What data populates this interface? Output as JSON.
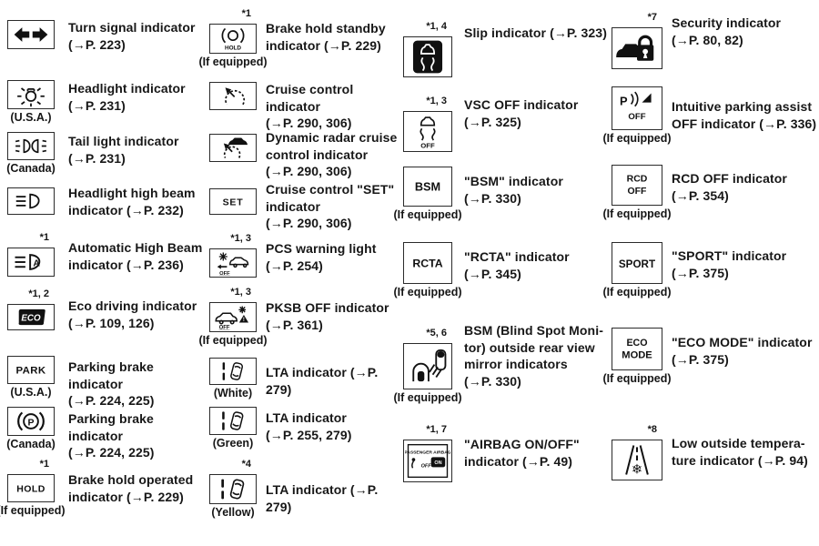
{
  "page": {
    "background": "#ffffff",
    "text_color": "#171717"
  },
  "columns": [
    {
      "items": [
        {
          "marker": "",
          "icon": "turn-signal",
          "caption": "",
          "text": "Turn signal indicator\n(→P. 223)"
        },
        {
          "marker": "",
          "icon": "headlight",
          "caption": "(U.S.A.)",
          "text": "Headlight indicator\n(→P. 231)"
        },
        {
          "marker": "",
          "icon": "tail-light",
          "caption": "(Canada)",
          "text": "Tail light indicator\n(→P. 231)"
        },
        {
          "marker": "",
          "icon": "high-beam",
          "caption": "",
          "text": "Headlight high beam\nindicator (→P. 232)"
        },
        {
          "marker": "*1",
          "icon": "auto-high-beam",
          "caption": "",
          "text": "Automatic High Beam\nindicator (→P. 236)"
        },
        {
          "marker": "*1, 2",
          "icon": "eco-text",
          "caption": "",
          "text": "Eco driving indicator\n(→P. 109, 126)"
        },
        {
          "marker": "",
          "icon": "park-text",
          "caption": "(U.S.A.)",
          "text": "Parking brake indicator\n(→P. 224, 225)"
        },
        {
          "marker": "",
          "icon": "parking-brake",
          "caption": "(Canada)",
          "text": "Parking brake indicator\n(→P. 224, 225)"
        },
        {
          "marker": "*1",
          "icon": "hold-text",
          "caption": "(If equipped)",
          "text": "Brake hold operated\nindicator (→P. 229)"
        }
      ]
    },
    {
      "items": [
        {
          "marker": "*1",
          "icon": "brake-hold-standby",
          "caption": "(If equipped)",
          "text": "Brake hold standby\nindicator (→P. 229)"
        },
        {
          "marker": "",
          "icon": "cruise-control",
          "caption": "",
          "text": "Cruise control indicator\n(→P. 290, 306)"
        },
        {
          "marker": "",
          "icon": "dynamic-radar-cruise",
          "caption": "",
          "text": "Dynamic radar cruise\ncontrol indicator\n(→P. 290, 306)"
        },
        {
          "marker": "",
          "icon": "set-text",
          "caption": "",
          "text": "Cruise control \"SET\"\nindicator\n(→P. 290, 306)"
        },
        {
          "marker": "*1, 3",
          "icon": "pcs-warning",
          "caption": "",
          "text": "PCS warning light\n(→P. 254)"
        },
        {
          "marker": "*1, 3",
          "icon": "pksb-off",
          "caption": "(If equipped)",
          "text": "PKSB OFF indicator\n(→P. 361)"
        },
        {
          "marker": "",
          "icon": "lta",
          "caption": "(White)",
          "text": "LTA indicator (→P. 279)"
        },
        {
          "marker": "",
          "icon": "lta",
          "caption": "(Green)",
          "text": "LTA indicator\n(→P. 255, 279)"
        },
        {
          "marker": "*4",
          "icon": "lta",
          "caption": "(Yellow)",
          "text": "LTA indicator (→P. 279)"
        }
      ]
    },
    {
      "items": [
        {
          "marker": "*1, 4",
          "icon": "slip",
          "caption": "",
          "text": "Slip indicator (→P. 323)"
        },
        {
          "marker": "*1, 3",
          "icon": "vsc-off",
          "caption": "",
          "text": "VSC OFF indicator\n(→P. 325)"
        },
        {
          "marker": "",
          "icon": "bsm-text",
          "caption": "(If equipped)",
          "text": "\"BSM\" indicator\n(→P. 330)"
        },
        {
          "marker": "",
          "icon": "rcta-text",
          "caption": "(If equipped)",
          "text": "\"RCTA\" indicator\n(→P. 345)"
        },
        {
          "marker": "*5, 6",
          "icon": "bsm-mirror",
          "caption": "(If equipped)",
          "text": "BSM (Blind Spot Moni-\ntor) outside rear view\nmirror indicators\n(→P. 330)"
        },
        {
          "marker": "*1, 7",
          "icon": "airbag-on-off",
          "caption": "",
          "text": "\"AIRBAG ON/OFF\"\nindicator (→P. 49)"
        }
      ]
    },
    {
      "items": [
        {
          "marker": "*7",
          "icon": "security",
          "caption": "",
          "text": "Security indicator\n(→P. 80, 82)"
        },
        {
          "marker": "",
          "icon": "parking-assist-off",
          "caption": "(If equipped)",
          "text": "Intuitive parking assist\nOFF indicator (→P. 336)"
        },
        {
          "marker": "",
          "icon": "rcd-off-text",
          "caption": "(If equipped)",
          "text": "RCD OFF indicator\n(→P. 354)"
        },
        {
          "marker": "",
          "icon": "sport-text",
          "caption": "(If equipped)",
          "text": "\"SPORT\" indicator\n(→P. 375)"
        },
        {
          "marker": "",
          "icon": "eco-mode-text",
          "caption": "(If equipped)",
          "text": "\"ECO MODE\" indicator\n(→P. 375)"
        },
        {
          "marker": "*8",
          "icon": "low-temp",
          "caption": "",
          "text": "Low outside tempera-\nture indicator (→P. 94)"
        }
      ]
    }
  ]
}
